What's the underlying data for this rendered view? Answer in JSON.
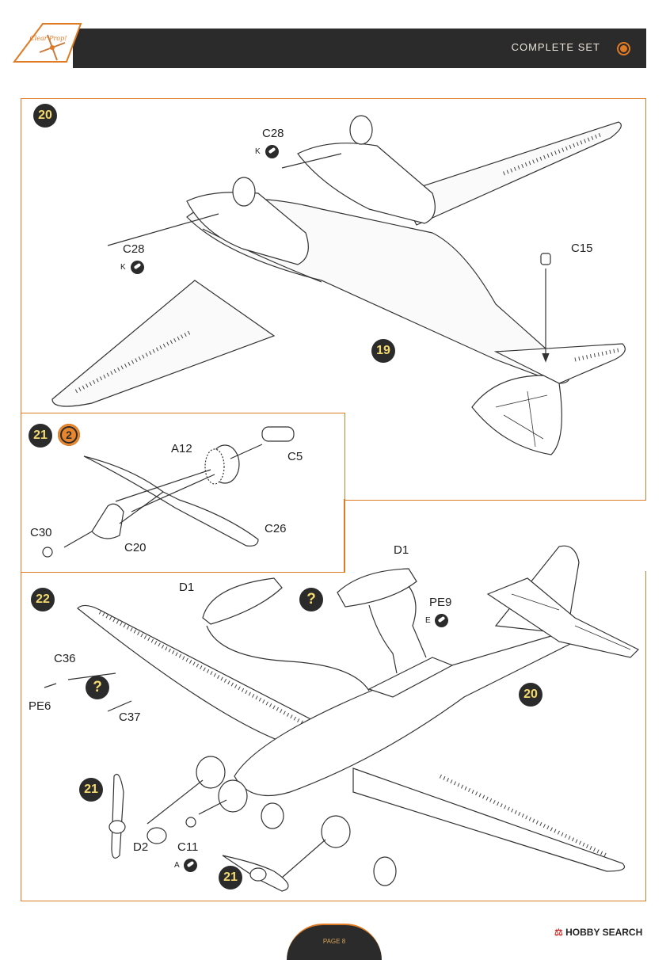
{
  "header": {
    "logo_text": "Clear Prop!",
    "title": "COMPLETE SET"
  },
  "steps": {
    "s20": {
      "number": "20",
      "labels": {
        "c28_top": "C28",
        "c28_top_paint": "K",
        "c28_left": "C28",
        "c28_left_paint": "K",
        "c15": "C15"
      },
      "subassembly": "19"
    },
    "s21": {
      "number": "21",
      "badge": "2",
      "labels": {
        "a12": "A12",
        "c5": "C5",
        "c26": "C26",
        "c20": "C20",
        "c30": "C30"
      }
    },
    "s22": {
      "number": "22",
      "labels": {
        "d1_left": "D1",
        "d1_right": "D1",
        "pe9": "PE9",
        "pe9_paint": "E",
        "c36": "C36",
        "pe6": "PE6",
        "c37": "C37",
        "d2": "D2",
        "c11": "C11",
        "c11_paint": "A"
      },
      "question_marks": [
        "?",
        "?"
      ],
      "subassemblies": {
        "s20": "20",
        "s21a": "21",
        "s21b": "21"
      }
    }
  },
  "footer": {
    "page": "PAGE 8",
    "watermark": "HOBBY SEARCH"
  }
}
